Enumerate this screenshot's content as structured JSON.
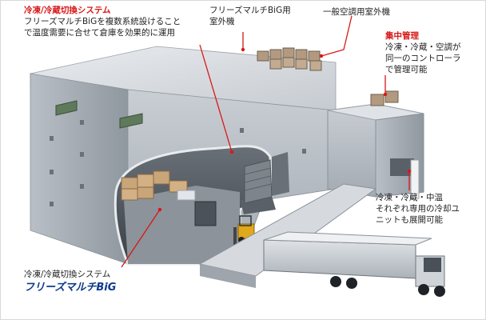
{
  "callouts": {
    "top_left_title": "冷凍/冷蔵切換システム",
    "top_left_line1": "フリーズマルチBiGを複数系統設けることで温度需要に合せて倉庫を効果的に運用",
    "top_left_line1a": "フリーズマルチBiGを複数系統設けること",
    "top_left_line1b": "で温度需要に合せて倉庫を効果的に運用",
    "top_center_line1": "フリーズマルチBiG用",
    "top_center_line2": "室外機",
    "top_right": "一般空調用室外機",
    "right_title": "集中管理",
    "right_line1": "冷凍・冷蔵・空調が",
    "right_line2": "同一のコントローラ",
    "right_line3": "で管理可能",
    "bottom_right_line1": "冷凍・冷蔵・中温",
    "bottom_right_line2": "それぞれ専用の冷却ユ",
    "bottom_right_line3": "ニットも展開可能",
    "bottom_left_line1": "冷凍/冷蔵切換システム",
    "bottom_left_line2": "フリーズマルチBiG"
  },
  "colors": {
    "accent_red": "#d81818",
    "brand_blue": "#0d3a8a"
  }
}
